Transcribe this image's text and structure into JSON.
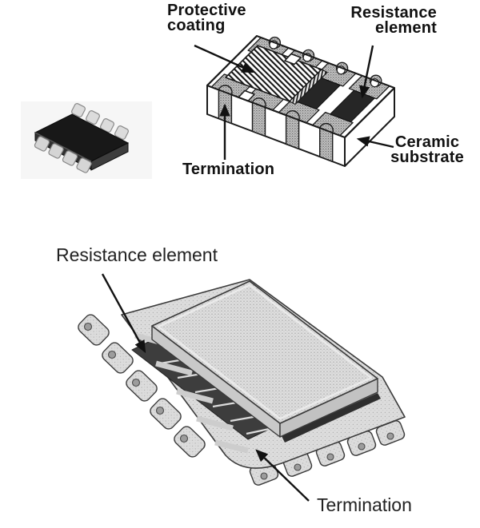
{
  "figure": {
    "background_color": "#ffffff",
    "line_color": "#1a1a1a",
    "photo": {
      "part": "chip-resistor-array-photo",
      "body_color": "#1b1b1b",
      "terminal_color": "#d6d6d6"
    },
    "construction_diagram": {
      "labels": {
        "protective_coating": "Protective coating",
        "resistance_element": "Resistance element",
        "termination": "Termination",
        "ceramic_substrate": "Ceramic substrate"
      },
      "terminal_color": "#b9b9b9",
      "resistor_color": "#262626",
      "substrate_color": "#ffffff"
    },
    "cutaway_illustration": {
      "labels": {
        "resistance_element": "Resistance element",
        "termination": "Termination"
      },
      "body_color": "#d9d9d9",
      "resistor_color": "#3d3d3d"
    }
  }
}
